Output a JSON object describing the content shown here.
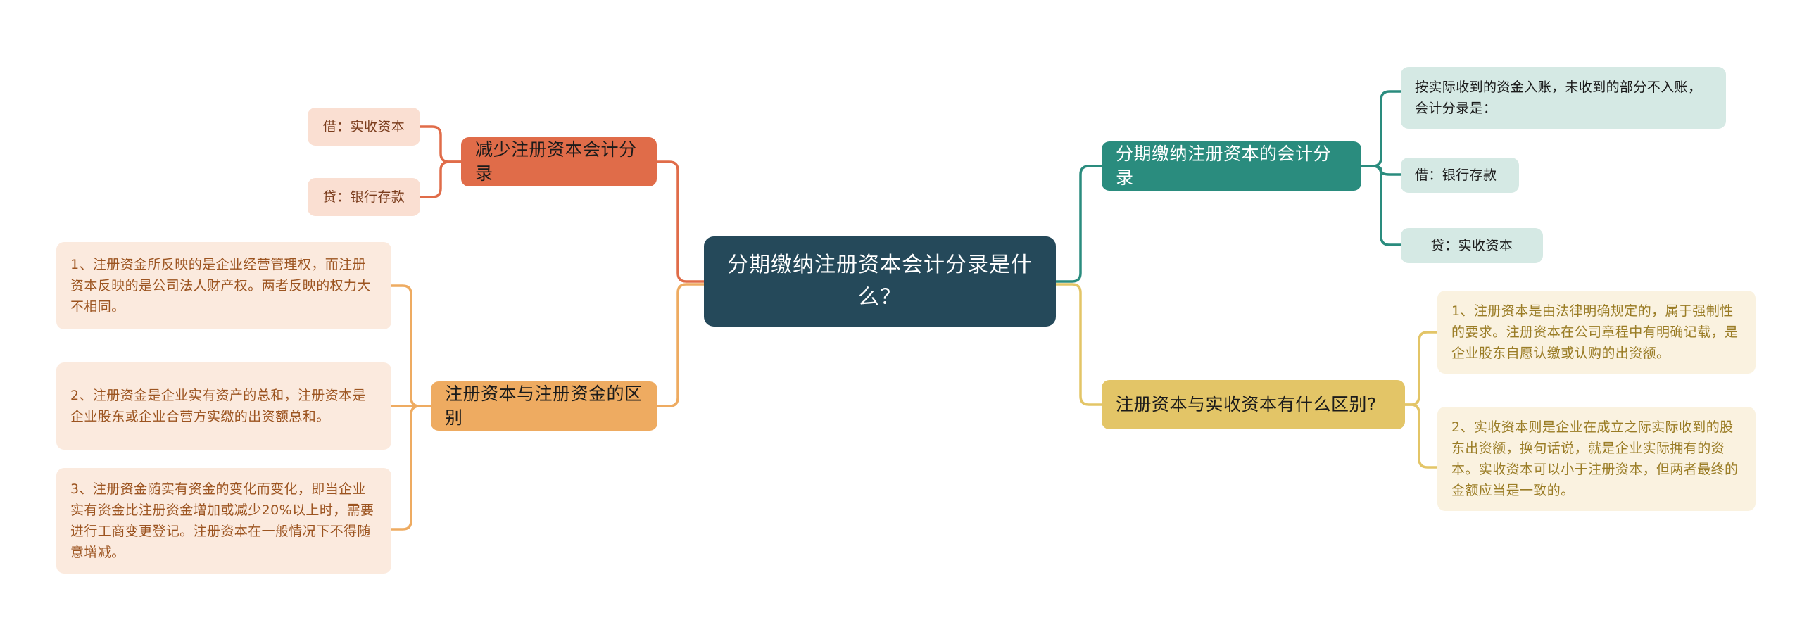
{
  "diagram": {
    "type": "mind-map",
    "background": "#ffffff",
    "root": {
      "label": "分期缴纳注册资本会计分录是什么？",
      "color": "#25495a",
      "text_color": "#ffffff"
    },
    "colors": {
      "orange": "#e06c49",
      "amber": "#eeab61",
      "teal": "#2a8c7e",
      "yellow": "#e3c567",
      "leaf_pink": "#fadfd2",
      "leaf_peach": "#fbeade",
      "leaf_mint": "#d5e9e4",
      "leaf_cream": "#faf2e0"
    },
    "branches": [
      {
        "id": "branch-reduce-capital",
        "side": "left",
        "label": "减少注册资本会计分录",
        "color": "#e06c49",
        "leaves": [
          {
            "id": "leaf-debit-paid-in-capital",
            "label": "借：实收资本"
          },
          {
            "id": "leaf-credit-bank-deposit",
            "label": "贷：银行存款"
          }
        ]
      },
      {
        "id": "branch-capital-vs-funds",
        "side": "left",
        "label": "注册资本与注册资金的区别",
        "color": "#eeab61",
        "leaves": [
          {
            "id": "leaf-difference-1",
            "label": "1、注册资金所反映的是企业经营管理权，而注册资本反映的是公司法人财产权。两者反映的权力大不相同。"
          },
          {
            "id": "leaf-difference-2",
            "label": "2、注册资金是企业实有资产的总和，注册资本是企业股东或企业合营方实缴的出资额总和。"
          },
          {
            "id": "leaf-difference-3",
            "label": "3、注册资金随实有资金的变化而变化，即当企业实有资金比注册资金增加或减少20%以上时，需要进行工商变更登记。注册资本在一般情况下不得随意增减。"
          }
        ]
      },
      {
        "id": "branch-installment-entries",
        "side": "right",
        "label": "分期缴纳注册资本的会计分录",
        "color": "#2a8c7e",
        "leaves": [
          {
            "id": "leaf-installment-note",
            "label": "按实际收到的资金入账，未收到的部分不入账，会计分录是："
          },
          {
            "id": "leaf-debit-bank-deposit",
            "label": "借：银行存款"
          },
          {
            "id": "leaf-credit-paid-in-capital",
            "label": "贷：实收资本"
          }
        ]
      },
      {
        "id": "branch-registered-vs-paid-in",
        "side": "right",
        "label": "注册资本与实收资本有什么区别?",
        "color": "#e3c567",
        "leaves": [
          {
            "id": "leaf-distinction-1",
            "label": "1、注册资本是由法律明确规定的，属于强制性的要求。注册资本在公司章程中有明确记载，是企业股东自愿认缴或认购的出资额。"
          },
          {
            "id": "leaf-distinction-2",
            "label": "2、实收资本则是企业在成立之际实际收到的股东出资额，换句话说，就是企业实际拥有的资本。实收资本可以小于注册资本，但两者最终的金额应当是一致的。"
          }
        ]
      }
    ]
  }
}
